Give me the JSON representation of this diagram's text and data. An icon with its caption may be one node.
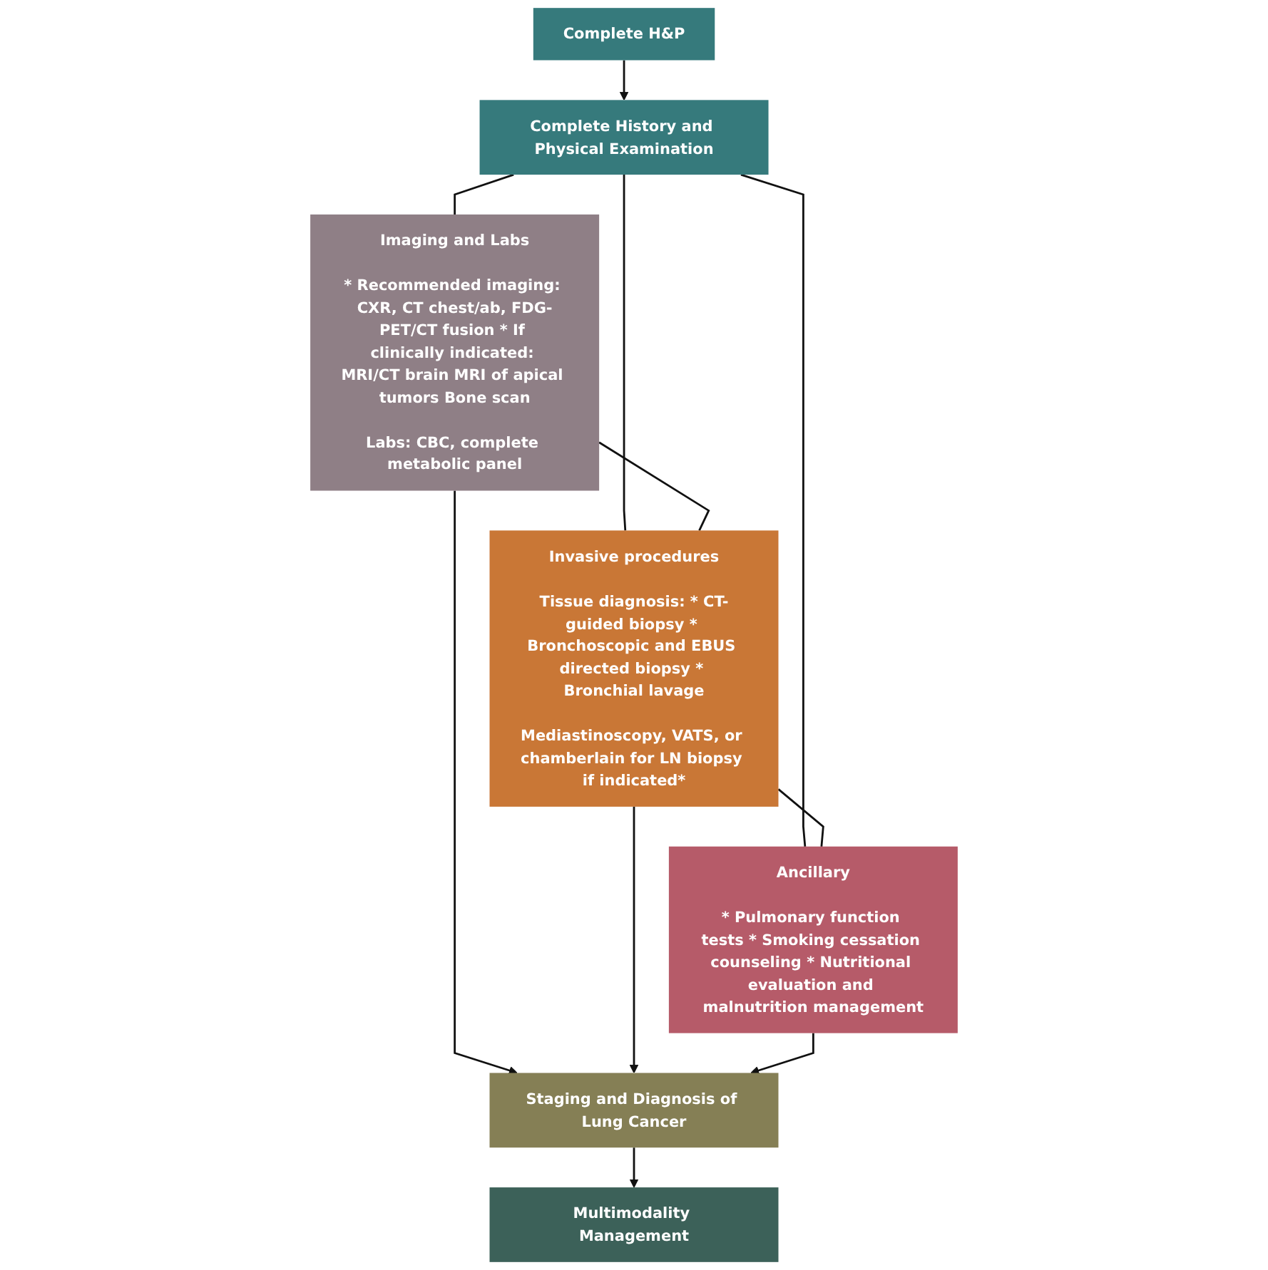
{
  "diagram": {
    "nodes": [
      {
        "text": [
          "Complete H&P"
        ]
      },
      {
        "text": [
          "Complete History and Physical Examination"
        ]
      },
      {
        "text": [
          "Imaging and Labs",
          "* Recommended imaging: CXR, CT chest/ab, FDG-PET/CT fusion * If clinically indicated: MRI/CT brain MRI of apical tumors Bone scan",
          "Labs: CBC, complete metabolic panel"
        ]
      },
      {
        "text": [
          "Invasive procedures",
          "Tissue diagnosis: * CT-guided biopsy * Bronchoscopic and EBUS directed biopsy * Bronchial lavage",
          "Mediastinoscopy, VATS, or chamberlain for LN biopsy if indicated*"
        ]
      },
      {
        "text": [
          "Ancillary",
          "* Pulmonary function tests * Smoking cessation counseling * Nutritional evaluation and malnutrition management"
        ]
      },
      {
        "text": [
          "Staging and Diagnosis of Lung Cancer"
        ]
      },
      {
        "text": [
          "Multimodality Management"
        ]
      }
    ],
    "edges": [
      {
        "from": 0,
        "to": 1,
        "arrow": "to"
      },
      {
        "from": 1,
        "to": 2,
        "arrow": "none"
      },
      {
        "from": 1,
        "to": 3,
        "arrow": "none"
      },
      {
        "from": 1,
        "to": 4,
        "arrow": "none"
      },
      {
        "from": 2,
        "to": 3,
        "arrow": "none"
      },
      {
        "from": 3,
        "to": 4,
        "arrow": "none"
      },
      {
        "from": 2,
        "to": 5,
        "arrow": "to"
      },
      {
        "from": 3,
        "to": 5,
        "arrow": "to"
      },
      {
        "from": 4,
        "to": 5,
        "arrow": "to"
      },
      {
        "from": 5,
        "to": 6,
        "arrow": "to"
      }
    ]
  }
}
